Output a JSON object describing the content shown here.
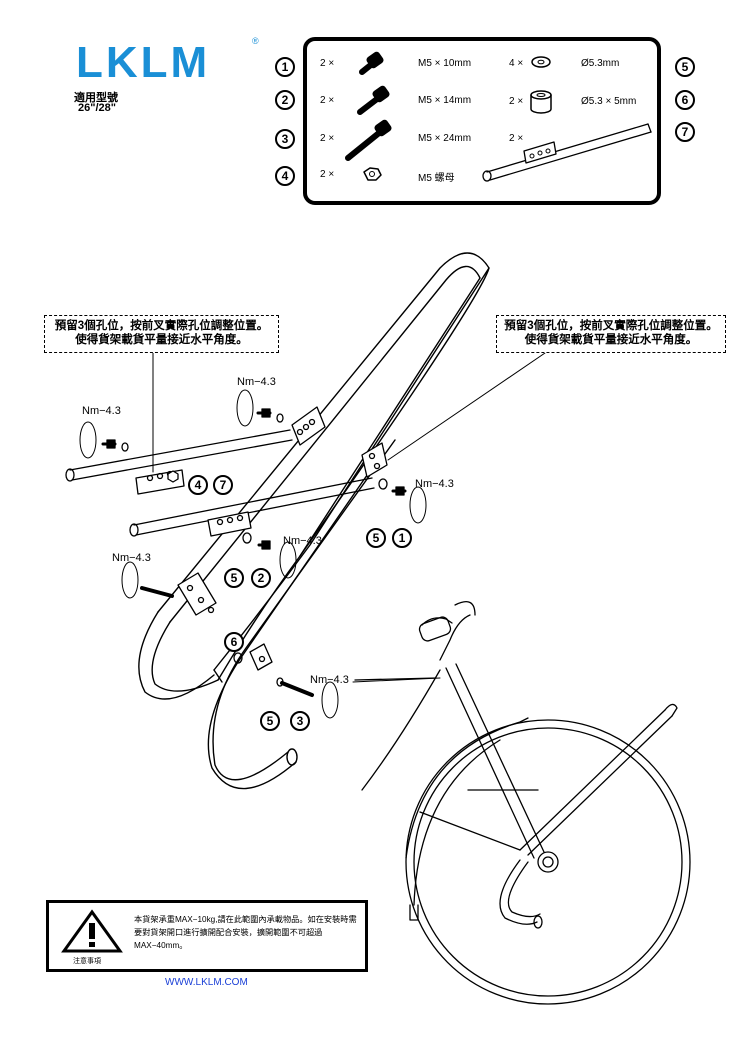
{
  "brand": {
    "name": "LKLM",
    "registered": "®",
    "fits_label": "適用型號",
    "fits_sizes": "26\"/28\""
  },
  "parts": [
    {
      "num": "1",
      "qty": "2 ×",
      "spec": "M5 × 10mm",
      "icon": "bolt-short-icon"
    },
    {
      "num": "2",
      "qty": "2 ×",
      "spec": "M5 × 14mm",
      "icon": "bolt-medium-icon"
    },
    {
      "num": "3",
      "qty": "2 ×",
      "spec": "M5 × 24mm",
      "icon": "bolt-long-icon"
    },
    {
      "num": "4",
      "qty": "2 ×",
      "spec": "M5 螺母",
      "icon": "nut-icon"
    },
    {
      "num": "5",
      "qty": "4 ×",
      "spec": "Ø5.3mm",
      "icon": "washer-icon"
    },
    {
      "num": "6",
      "qty": "2 ×",
      "spec": "Ø5.3 × 5mm",
      "icon": "spacer-icon"
    },
    {
      "num": "7",
      "qty": "2 ×",
      "spec": "",
      "icon": "support-rod-icon"
    }
  ],
  "notes": {
    "left": {
      "line1": "預留3個孔位，按前叉實際孔位調整位置。",
      "line2": "使得貨架載貨平量接近水平角度。"
    },
    "right": {
      "line1": "預留3個孔位，按前叉實際孔位調整位置。",
      "line2": "使得貨架載貨平量接近水平角度。"
    }
  },
  "torque": [
    "Nm−4.3",
    "Nm−4.3",
    "Nm−4.3",
    "Nm−4.3",
    "Nm−4.3",
    "Nm−4.3"
  ],
  "callouts": [
    "4",
    "7",
    "5",
    "1",
    "5",
    "2",
    "6",
    "5",
    "3"
  ],
  "warning": {
    "text": "本貨架承重MAX−10kg,請在此範圍內承載物品。如在安裝時需要對貨架開口進行擴開配合安裝，擴開範圍不可超過MAX−40mm。",
    "label": "注意事項"
  },
  "website": "WWW.LKLM.COM",
  "colors": {
    "brand": "#1a8fd6",
    "link": "#1a3fd6",
    "line": "#000000"
  }
}
